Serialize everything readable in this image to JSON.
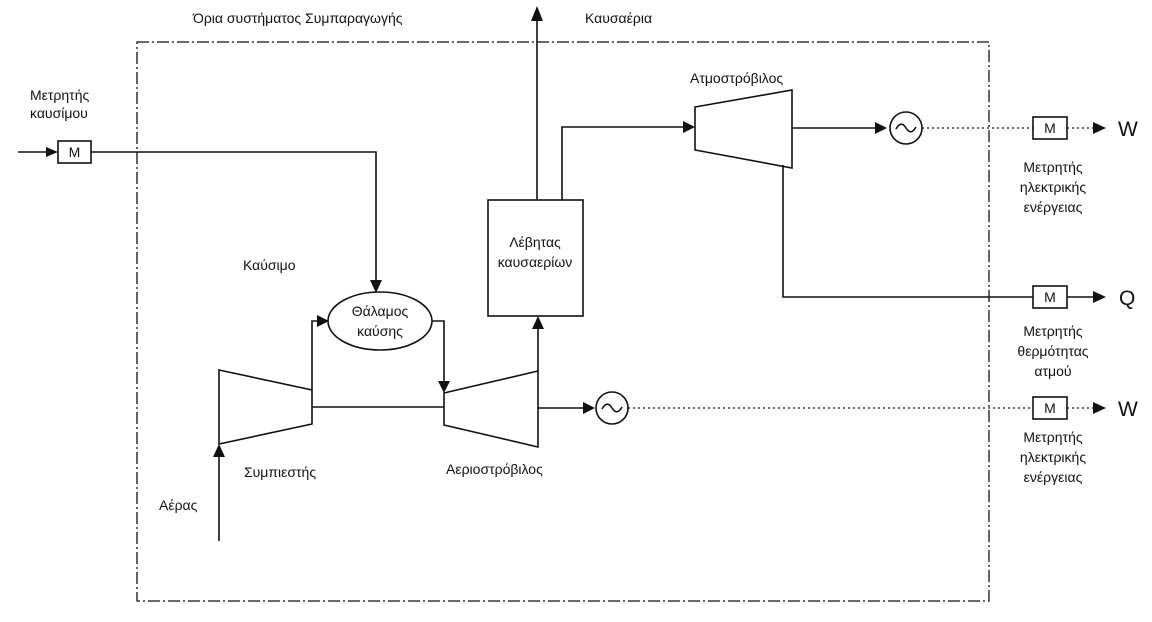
{
  "labels": {
    "system_boundary": "Όρια συστήματος Συμπαραγωγής",
    "exhaust": "Καυσαέρια",
    "fuel_meter_line1": "Μετρητής",
    "fuel_meter_line2": "καυσίμου",
    "fuel": "Καύσιμο",
    "combustion_chamber_line1": "Θάλαμος",
    "combustion_chamber_line2": "καύσης",
    "compressor": "Συμπιεστής",
    "air": "Αέρας",
    "gas_turbine": "Αεριοστρόβιλος",
    "boiler_line1": "Λέβητας",
    "boiler_line2": "καυσαερίων",
    "steam_turbine": "Ατμοστρόβιλος",
    "electric_meter_top_line1": "Μετρητής",
    "electric_meter_top_line2": "ηλεκτρικής",
    "electric_meter_top_line3": "ενέργειας",
    "heat_meter_line1": "Μετρητής",
    "heat_meter_line2": "θερμότητας",
    "heat_meter_line3": "ατμού",
    "electric_meter_bottom_line1": "Μετρητής",
    "electric_meter_bottom_line2": "ηλεκτρικής",
    "electric_meter_bottom_line3": "ενέργειας",
    "meter_symbol": "M",
    "output_work_top": "W",
    "output_heat": "Q",
    "output_work_bottom": "W"
  },
  "icons": {
    "generator": "generator-ac-icon",
    "meter": "meter-box-icon"
  }
}
